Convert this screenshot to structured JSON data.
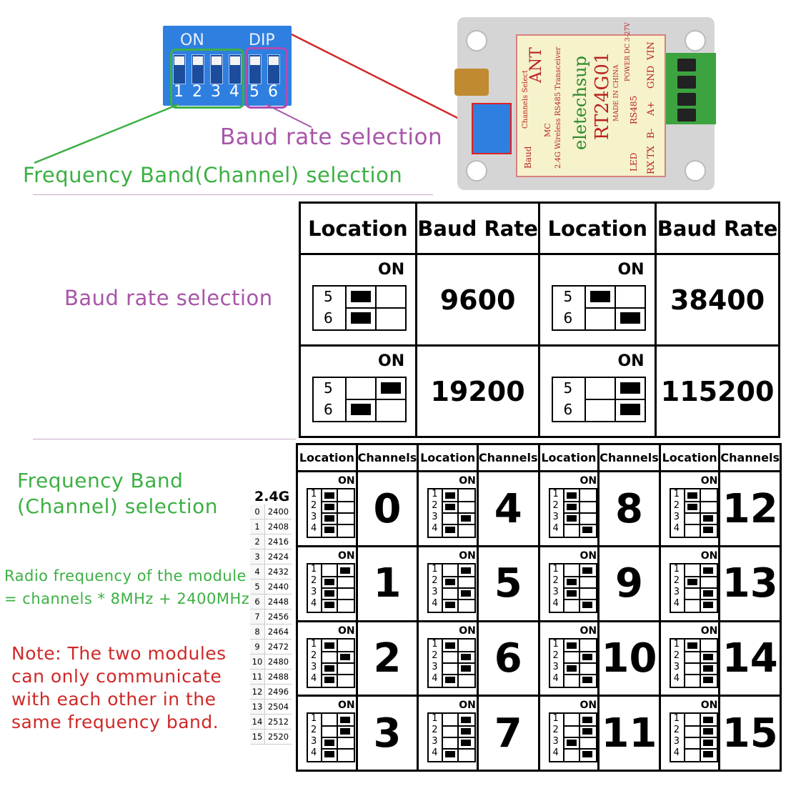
{
  "photo": {
    "dip_on_label": "ON",
    "dip_dip_label": "DIP",
    "dip_numbers": [
      "1",
      "2",
      "3",
      "4",
      "5",
      "6"
    ],
    "module_texts": {
      "ant": "ANT",
      "brand": "eletechsup",
      "model": "RT24G01",
      "subtitle": "2.4G Wireless RS485 Transceiver",
      "made": "MADE IN CHINA",
      "power": "POWER DC 3-27V",
      "vin": "VIN",
      "gnd": "GND",
      "a": "A+",
      "b": "B-",
      "tx": "TX",
      "rx": "RX",
      "rs485": "RS485",
      "led": "LED",
      "baud": "Baud",
      "mc": "MC",
      "channels": "Channels Select"
    }
  },
  "captions": {
    "baud_top": "Baud rate selection",
    "freq_top": "Frequency Band(Channel) selection",
    "baud_mid": "Baud rate selection",
    "freq_band_line1": "Frequency Band",
    "freq_band_line2": "(Channel) selection",
    "radio_line1": "Radio frequency of the module",
    "radio_line2": "= channels * 8MHz + 2400MHz.",
    "note_line1": "Note: The two modules",
    "note_line2": "can only communicate",
    "note_line3": "with each other in the",
    "note_line4": "same frequency band."
  },
  "colors": {
    "green": "#3cb043",
    "purple": "#a855a8",
    "red": "#d02828"
  },
  "baud_table": {
    "headers": [
      "Location",
      "Baud Rate",
      "Location",
      "Baud Rate"
    ],
    "on_label": "ON",
    "rows": [
      [
        {
          "sw5": "on",
          "sw6": "on",
          "rate": "9600"
        },
        {
          "sw5": "on",
          "sw6": "off",
          "rate": "38400"
        }
      ],
      [
        {
          "sw5": "off",
          "sw6": "on",
          "rate": "19200"
        },
        {
          "sw5": "off",
          "sw6": "off",
          "rate": "115200"
        }
      ]
    ],
    "labels": [
      "5",
      "6"
    ]
  },
  "channel_table": {
    "headers": [
      "Location",
      "Channels",
      "Location",
      "Channels",
      "Location",
      "Channels",
      "Location",
      "Channels"
    ],
    "on_label": "ON",
    "switch_labels": [
      "1",
      "2",
      "3",
      "4"
    ],
    "channels": [
      "0",
      "1",
      "2",
      "3",
      "4",
      "5",
      "6",
      "7",
      "8",
      "9",
      "10",
      "11",
      "12",
      "13",
      "14",
      "15"
    ]
  },
  "freq_list": {
    "title": "2.4G",
    "rows": [
      [
        "0",
        "2400"
      ],
      [
        "1",
        "2408"
      ],
      [
        "2",
        "2416"
      ],
      [
        "3",
        "2424"
      ],
      [
        "4",
        "2432"
      ],
      [
        "5",
        "2440"
      ],
      [
        "6",
        "2448"
      ],
      [
        "7",
        "2456"
      ],
      [
        "8",
        "2464"
      ],
      [
        "9",
        "2472"
      ],
      [
        "10",
        "2480"
      ],
      [
        "11",
        "2488"
      ],
      [
        "12",
        "2496"
      ],
      [
        "13",
        "2504"
      ],
      [
        "14",
        "2512"
      ],
      [
        "15",
        "2520"
      ]
    ]
  }
}
